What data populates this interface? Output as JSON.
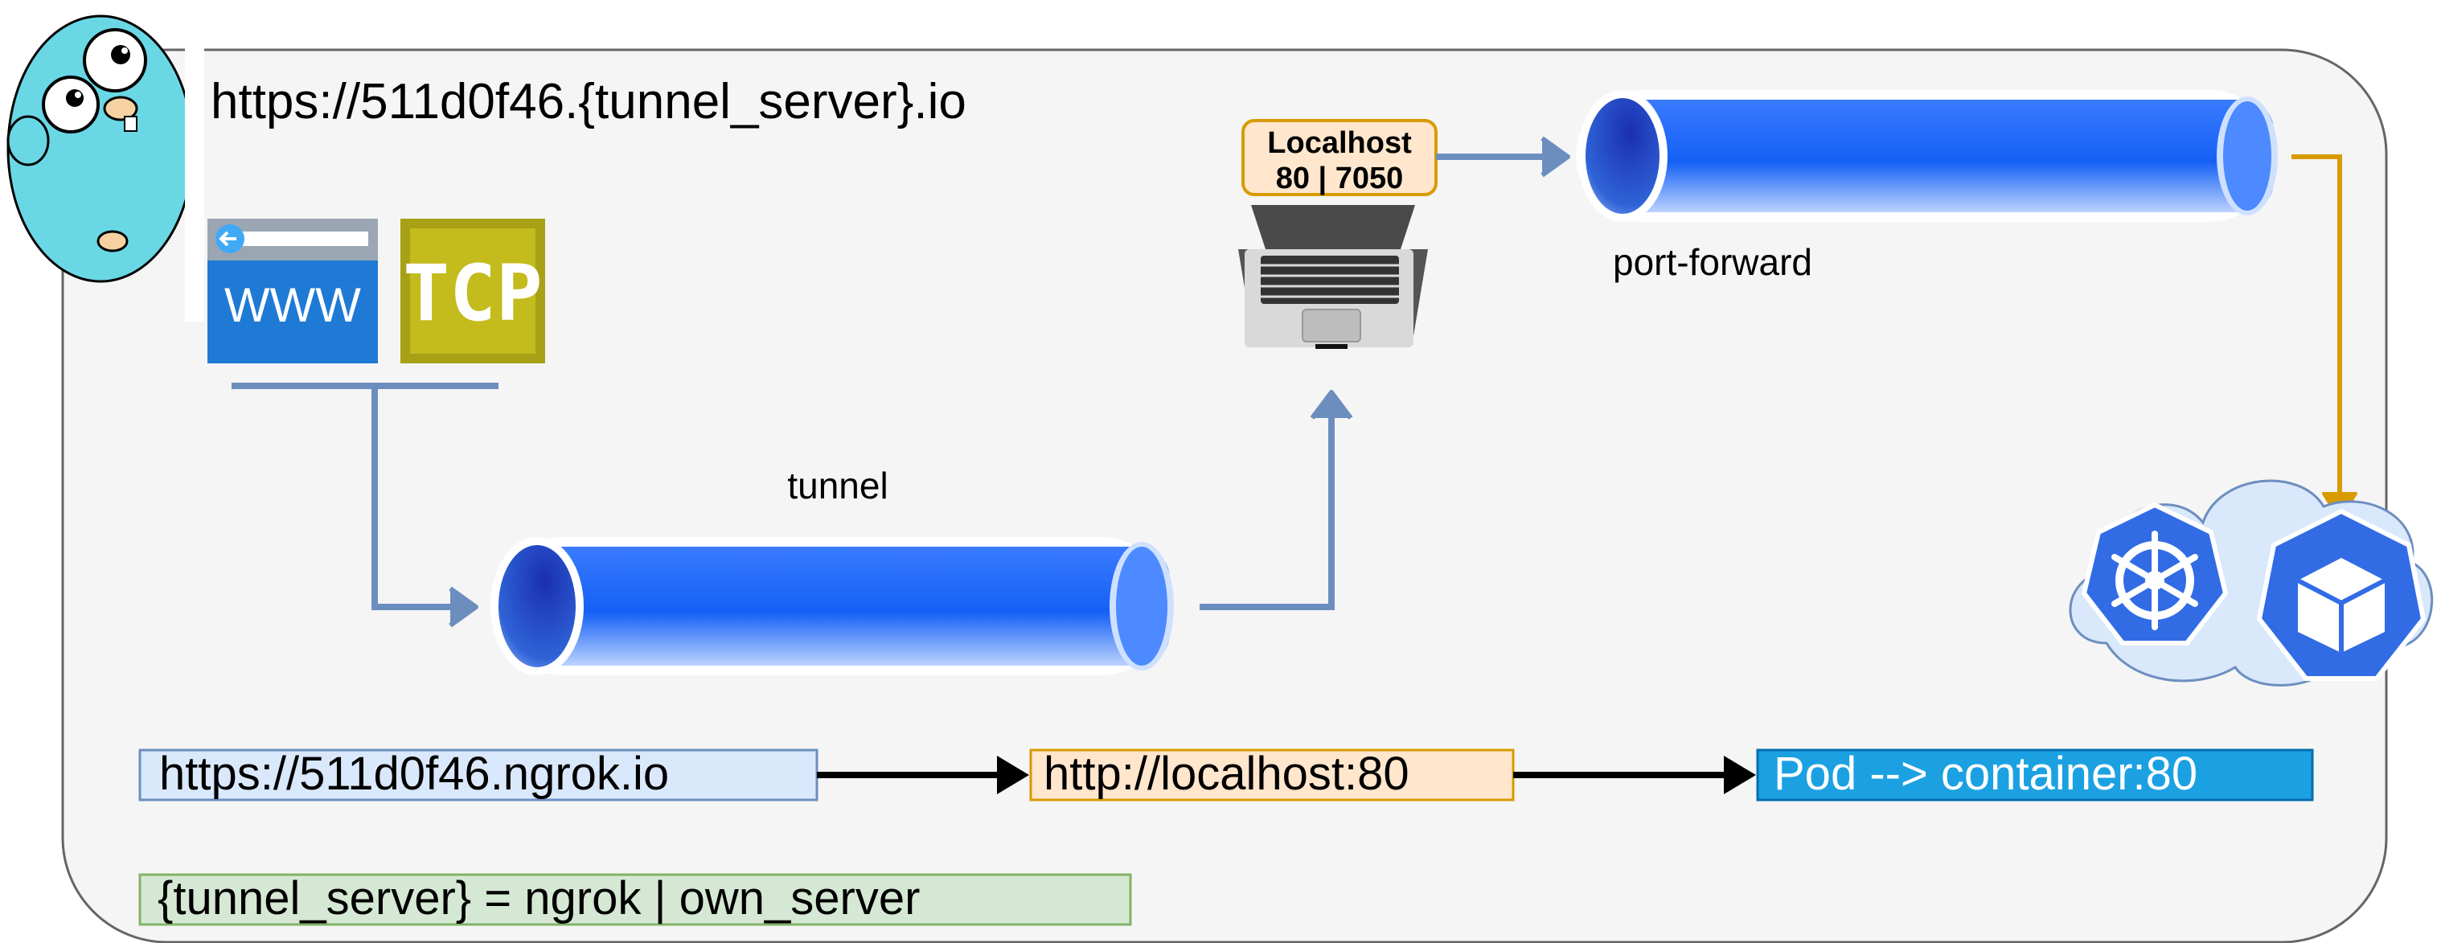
{
  "header": {
    "url": "https://511d0f46.{tunnel_server}.io"
  },
  "icons": {
    "mascot": "gopher-mascot-icon",
    "web": {
      "name": "www-browser-icon",
      "label": "WWW"
    },
    "tcp": {
      "name": "tcp-icon",
      "label": "TCP"
    },
    "laptop": "laptop-icon",
    "kubernetes": "kubernetes-helm-icon",
    "pod": "pod-cube-icon"
  },
  "badge": {
    "line1": "Localhost",
    "line2": "80 | 7050"
  },
  "labels": {
    "tunnel": "tunnel",
    "port_forward": "port-forward"
  },
  "flow": [
    {
      "text": "https://511d0f46.ngrok.io",
      "bg": "#dae8fc",
      "border": "#6c8ebf"
    },
    {
      "text": "http://localhost:80",
      "bg": "#ffe6cc",
      "border": "#d79b00"
    },
    {
      "text": "Pod --> container:80",
      "bg": "#1ba1e2",
      "border": "#006eaf"
    }
  ],
  "legend": {
    "text": "{tunnel_server} = ngrok | own_server",
    "bg": "#d5e8d4"
  },
  "colors": {
    "arrow_blue": "#6c8ebf",
    "arrow_orange": "#d79b00",
    "pipe": "#1f6fff",
    "k8s": "#326ce5"
  }
}
